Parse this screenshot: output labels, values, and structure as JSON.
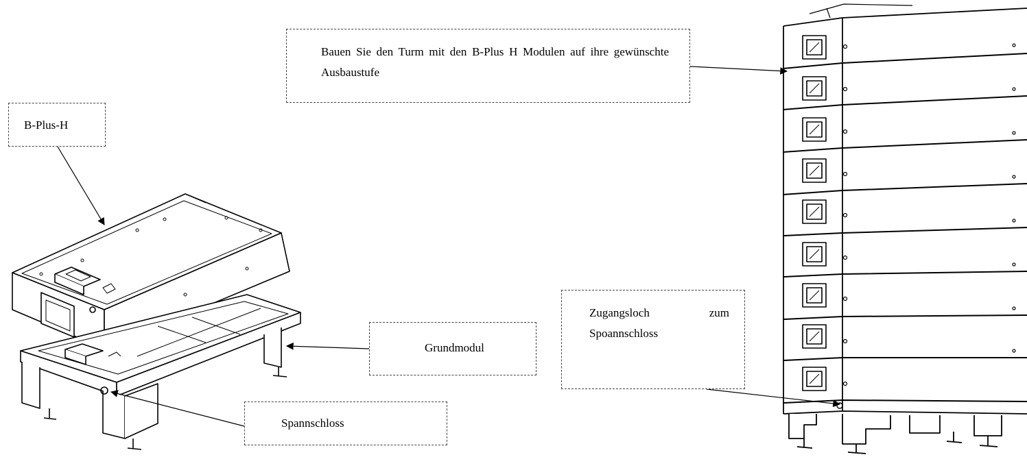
{
  "callouts": {
    "build_tower": "Bauen Sie den Turm mit den B-Plus H Modulen auf ihre gewünschte Ausbaustufe",
    "b_plus_h": "B-Plus-H",
    "grundmodul": "Grundmodul",
    "spannschloss": "Spannschloss",
    "zugangsloch_word1": "Zugangsloch",
    "zugangsloch_word2": "zum",
    "zugangsloch_word3": "Spoannschloss"
  },
  "tower": {
    "module_count": 9
  }
}
